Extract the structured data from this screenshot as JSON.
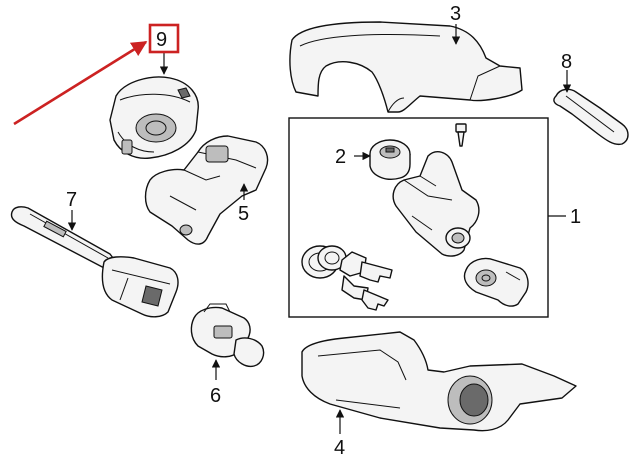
{
  "callouts": {
    "c1": "1",
    "c2": "2",
    "c3": "3",
    "c4": "4",
    "c5": "5",
    "c6": "6",
    "c7": "7",
    "c8": "8",
    "c9": "9"
  },
  "colors": {
    "highlight": "#cc2222",
    "line": "#111111"
  },
  "icons": {
    "pointer": "red-arrow-icon",
    "leader": "arrowhead-icon"
  }
}
